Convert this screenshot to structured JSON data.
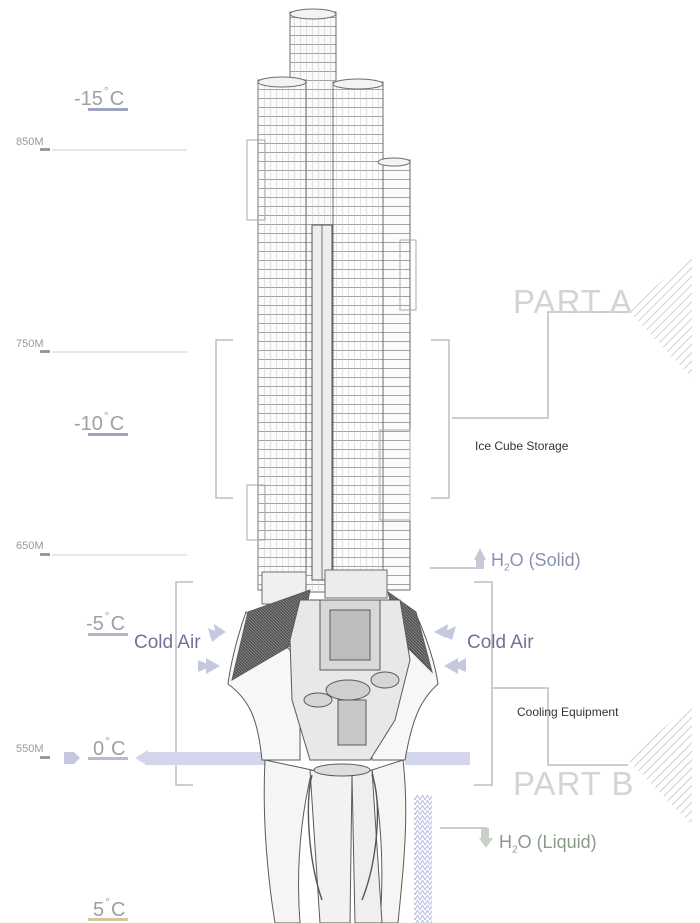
{
  "temperatures": [
    {
      "label": "-15",
      "unit": "C",
      "color": "#9ea3c4"
    },
    {
      "label": "-10",
      "unit": "C",
      "color": "#9ea3c4"
    },
    {
      "label": "-5",
      "unit": "C",
      "color": "#b2b5cc"
    },
    {
      "label": "0",
      "unit": "C",
      "color": "#b8bbd1"
    },
    {
      "label": "5",
      "unit": "C",
      "color": "#d3c89a"
    }
  ],
  "altitudes": [
    "850M",
    "750M",
    "650M",
    "550M"
  ],
  "parts": {
    "a": "PART A",
    "b": "PART B"
  },
  "annotations": {
    "storage": "Ice Cube Storage",
    "cooling": "Cooling Equipment"
  },
  "cold_air": {
    "left": "Cold Air",
    "right": "Cold Air",
    "color": "#6f7398"
  },
  "h2o": {
    "solid": {
      "prefix": "H",
      "sub": "2",
      "suffix": "O (Solid)",
      "color": "#8a90b0"
    },
    "liquid": {
      "prefix": "H",
      "sub": "2",
      "suffix": "O (Liquid)",
      "color": "#8a9a88"
    }
  },
  "colors": {
    "arrow": "#c5c9e0",
    "bracket": "#bdbdbd",
    "hatch": "#cfcfcf",
    "structure": "#6a6a6a"
  }
}
